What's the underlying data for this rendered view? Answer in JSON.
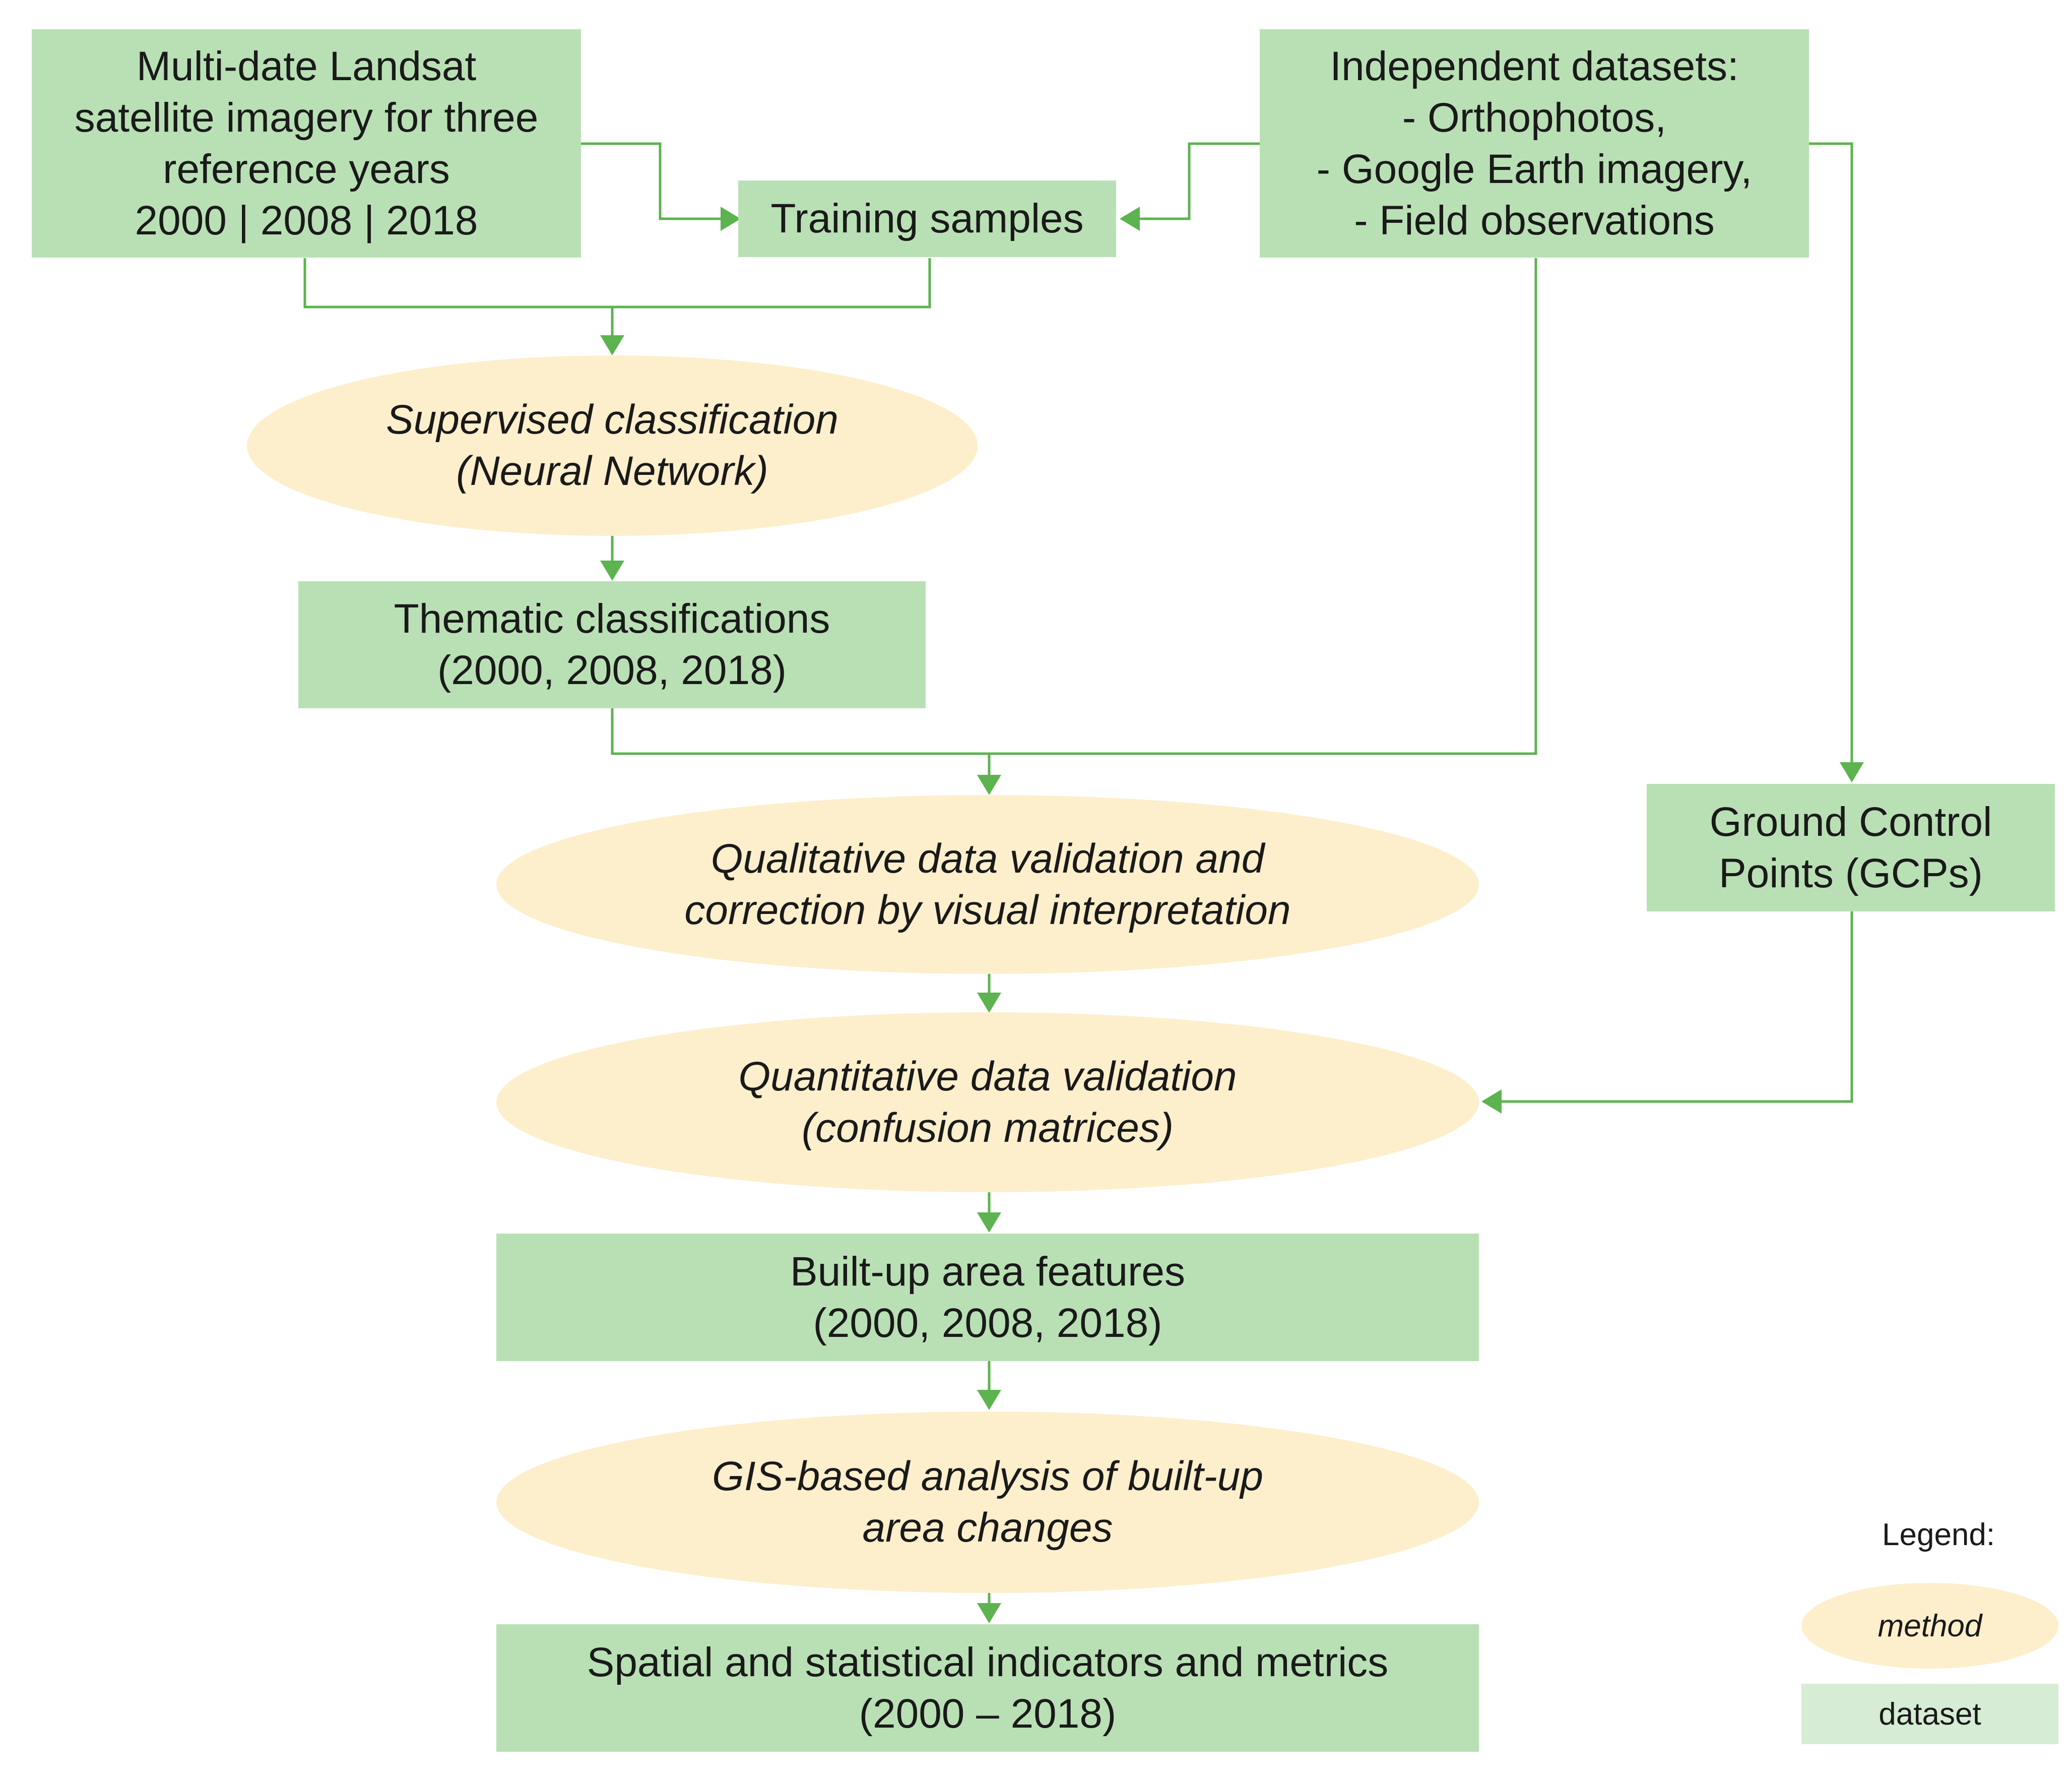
{
  "diagram": {
    "colors": {
      "dataset_fill": "#b9e0b5",
      "method_fill": "#fdefcc",
      "connector": "#5cb34f",
      "legend_dataset_fill": "#d6ecd4"
    },
    "nodes": {
      "landsat": "Multi-date Landsat\nsatellite imagery for three\nreference years\n2000 | 2008 | 2018",
      "training": "Training samples",
      "independent": "Independent datasets:\n- Orthophotos,\n- Google Earth imagery,\n- Field observations",
      "supervised": "Supervised classification\n(Neural Network)",
      "thematic": "Thematic classifications\n(2000, 2008, 2018)",
      "qualitative": "Qualitative data validation and\ncorrection by visual interpretation",
      "gcp": "Ground Control\nPoints (GCPs)",
      "quantitative": "Quantitative data validation\n(confusion matrices)",
      "builtup": "Built-up area features\n(2000, 2008, 2018)",
      "gis": "GIS-based analysis of built-up\narea changes",
      "indicators": "Spatial and statistical indicators and metrics\n(2000 – 2018)"
    },
    "legend": {
      "title": "Legend:",
      "method": "method",
      "dataset": "dataset"
    }
  }
}
